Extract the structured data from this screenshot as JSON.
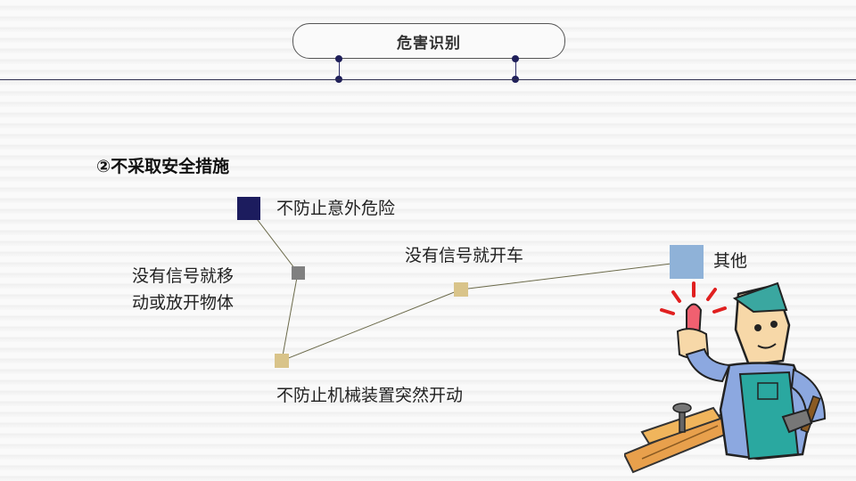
{
  "header": {
    "title": "危害识别"
  },
  "section": {
    "title": "②不采取安全措施"
  },
  "nodes": {
    "n1": {
      "label": "不防止意外危险",
      "color": "#1c1c5e"
    },
    "n2": {
      "label_line1": "没有信号就移",
      "label_line2": "动或放开物体",
      "color": "#808080"
    },
    "n3": {
      "label": "不防止机械装置突然开动",
      "color": "#d9c48a"
    },
    "n4": {
      "label": "没有信号就开车",
      "color": "#d9c48a"
    },
    "n5": {
      "label": "其他",
      "color": "#8fb2d8"
    }
  },
  "illustration": {
    "subject": "worker-with-hammer-illustration"
  }
}
